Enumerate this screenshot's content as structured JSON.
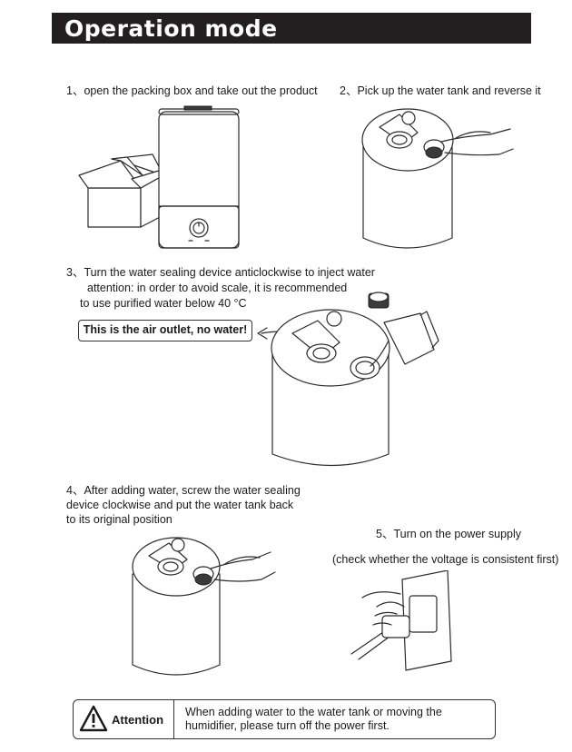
{
  "header": {
    "title": "Operation mode"
  },
  "steps": {
    "s1": "1、open the packing box and take out the product",
    "s2": "2、Pick up the water tank and reverse it",
    "s3": {
      "line1": "3、Turn the water sealing device anticlockwise to inject water",
      "line2": "attention: in order to avoid scale, it is recommended",
      "line3": "to use purified water below 40 °C"
    },
    "s4": {
      "line1": "4、After adding water, screw the water sealing",
      "line2": "device clockwise and put the water tank back",
      "line3": "to its original position"
    },
    "s5": {
      "line1": "5、Turn on the power supply",
      "line2": "(check whether the voltage is consistent first)"
    }
  },
  "callout": "This is the air outlet, no water!",
  "attention": {
    "label": "Attention",
    "line1": "When adding water to the water tank or moving the",
    "line2": "humidifier, please turn off the power first."
  },
  "icons": [
    "warning-triangle-icon",
    "arrow-icon"
  ]
}
